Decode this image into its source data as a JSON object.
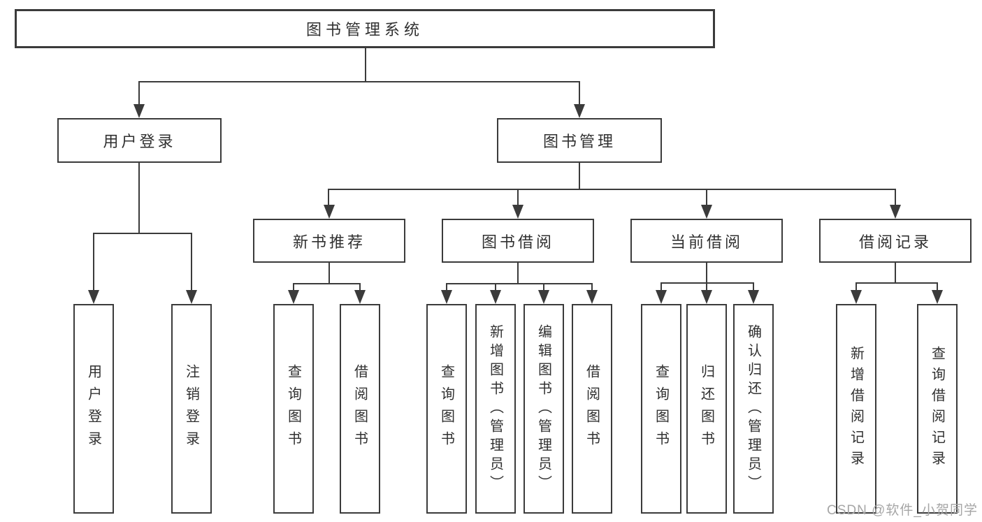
{
  "diagram": {
    "title": "图书管理系统",
    "watermark": "CSDN @软件_小贺同学",
    "colors": {
      "line": "#3b3b3b",
      "text": "#303030",
      "box_bg": "#ffffff",
      "watermark": "#a6a6a6"
    },
    "nodes": [
      {
        "id": "root",
        "label": "图书管理系统",
        "level": 1,
        "parent": null
      },
      {
        "id": "login",
        "label": "用户登录",
        "level": 2,
        "parent": "root"
      },
      {
        "id": "mgmt",
        "label": "图书管理",
        "level": 2,
        "parent": "root"
      },
      {
        "id": "rec",
        "label": "新书推荐",
        "level": 3,
        "parent": "mgmt"
      },
      {
        "id": "borrow",
        "label": "图书借阅",
        "level": 3,
        "parent": "mgmt"
      },
      {
        "id": "current",
        "label": "当前借阅",
        "level": 3,
        "parent": "mgmt"
      },
      {
        "id": "records",
        "label": "借阅记录",
        "level": 3,
        "parent": "mgmt"
      },
      {
        "id": "login-1",
        "label": "用户登录",
        "level": 4,
        "parent": "login"
      },
      {
        "id": "login-2",
        "label": "注销登录",
        "level": 4,
        "parent": "login"
      },
      {
        "id": "rec-1",
        "label": "查询图书",
        "level": 4,
        "parent": "rec"
      },
      {
        "id": "rec-2",
        "label": "借阅图书",
        "level": 4,
        "parent": "rec"
      },
      {
        "id": "borrow-1",
        "label": "查询图书",
        "level": 4,
        "parent": "borrow"
      },
      {
        "id": "borrow-2",
        "label": "新增图书（管理员）",
        "level": 4,
        "parent": "borrow"
      },
      {
        "id": "borrow-3",
        "label": "编辑图书（管理员）",
        "level": 4,
        "parent": "borrow"
      },
      {
        "id": "borrow-4",
        "label": "借阅图书",
        "level": 4,
        "parent": "borrow"
      },
      {
        "id": "current-1",
        "label": "查询图书",
        "level": 4,
        "parent": "current"
      },
      {
        "id": "current-2",
        "label": "归还图书",
        "level": 4,
        "parent": "current"
      },
      {
        "id": "current-3",
        "label": "确认归还（管理员）",
        "level": 4,
        "parent": "current"
      },
      {
        "id": "records-1",
        "label": "新增借阅记录",
        "level": 4,
        "parent": "records"
      },
      {
        "id": "records-2",
        "label": "查询借阅记录",
        "level": 4,
        "parent": "records"
      }
    ]
  }
}
